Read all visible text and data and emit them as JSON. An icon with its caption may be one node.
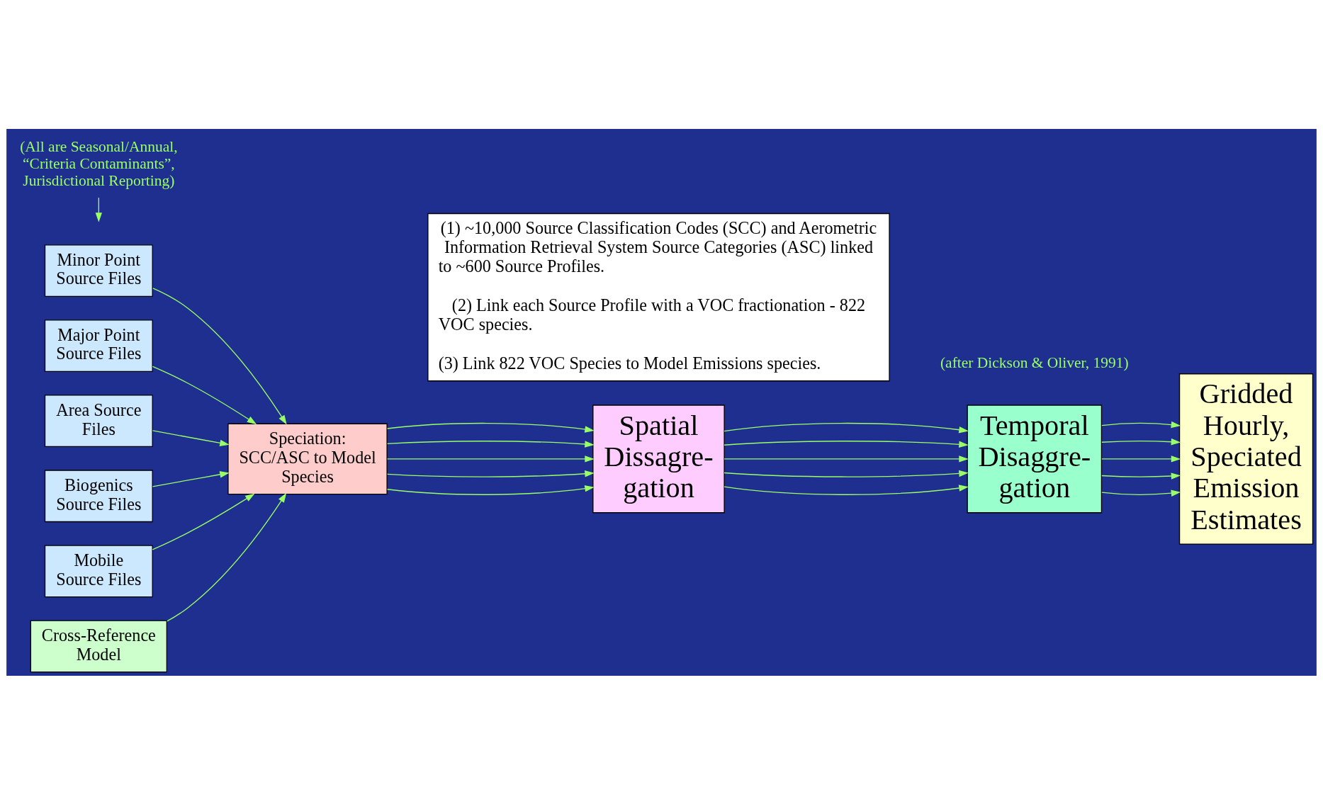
{
  "diagram": {
    "nodes": [
      {
        "text": [
          "Minor Point Source Files"
        ]
      },
      {
        "text": [
          "Major Point Source Files"
        ]
      },
      {
        "text": [
          "Area Source Files"
        ]
      },
      {
        "text": [
          "Biogenics Source Files"
        ]
      },
      {
        "text": [
          "Mobile Source Files"
        ]
      },
      {
        "text": [
          "Cross-Reference Model"
        ]
      },
      {
        "text": [
          "Speciation: SCC/ASC to Model Species"
        ]
      },
      {
        "text": [
          "Spatial Dissagre- gation"
        ]
      },
      {
        "text": [
          "Temporal Disaggre- gation"
        ]
      },
      {
        "text": [
          "Gridded Hourly, Speciated Emission Estimates"
        ]
      },
      {
        "text": [
          "(1) ~10,000 Source Classification Codes (SCC) and Aerometric Information Retrieval System Source Categories (ASC) linked to ~600 Source Profiles.",
          "(2) Link each Source Profile with a VOC fractionation - 822 VOC species.",
          "(3) Link 822 VOC Species to Model Emissions species."
        ]
      },
      {
        "text": [
          "(All are Seasonal/Annual, “Criteria Contaminants”, Jurisdictional Reporting)"
        ]
      }
    ],
    "edges": [
      {
        "from": 0,
        "to": 6,
        "arrow": "to"
      },
      {
        "from": 1,
        "to": 6,
        "arrow": "to"
      },
      {
        "from": 2,
        "to": 6,
        "arrow": "to"
      },
      {
        "from": 3,
        "to": 6,
        "arrow": "to"
      },
      {
        "from": 4,
        "to": 6,
        "arrow": "to"
      },
      {
        "from": 5,
        "to": 6,
        "arrow": "to"
      },
      {
        "from": 6,
        "to": 7,
        "arrow": "to"
      },
      {
        "from": 6,
        "to": 7,
        "arrow": "to"
      },
      {
        "from": 6,
        "to": 7,
        "arrow": "to"
      },
      {
        "from": 6,
        "to": 7,
        "arrow": "to"
      },
      {
        "from": 6,
        "to": 7,
        "arrow": "to"
      },
      {
        "from": 7,
        "to": 8,
        "arrow": "to"
      },
      {
        "from": 7,
        "to": 8,
        "arrow": "to"
      },
      {
        "from": 7,
        "to": 8,
        "arrow": "to"
      },
      {
        "from": 7,
        "to": 8,
        "arrow": "to"
      },
      {
        "from": 7,
        "to": 8,
        "arrow": "to"
      },
      {
        "from": 8,
        "to": 9,
        "arrow": "to"
      },
      {
        "from": 8,
        "to": 9,
        "arrow": "to"
      },
      {
        "from": 8,
        "to": 9,
        "arrow": "to"
      },
      {
        "from": 8,
        "to": 9,
        "arrow": "to"
      },
      {
        "from": 8,
        "to": 9,
        "arrow": "to"
      },
      {
        "from": 11,
        "to": null,
        "arrow": "to"
      }
    ],
    "labels": [
      "(after Dickson & Oliver, 1991)"
    ]
  }
}
